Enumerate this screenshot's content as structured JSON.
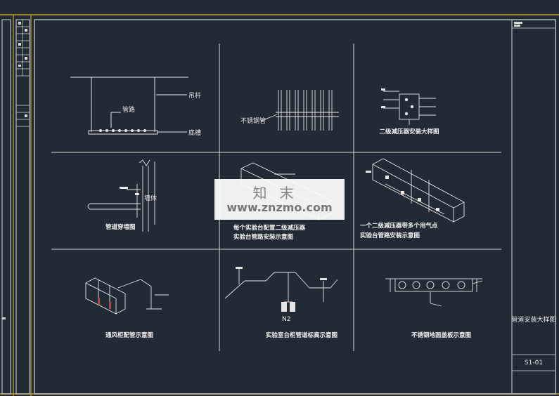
{
  "panels": {
    "p1": {
      "label_rod": "吊杆",
      "label_pipe": "管路",
      "label_tray": "底槽"
    },
    "p2": {
      "label_pipe": "不锈钢管"
    },
    "p3": {
      "caption": "二级减压器安装大样图"
    },
    "p4": {
      "label_wall": "墙体",
      "caption": "管道穿墙图"
    },
    "p5": {
      "caption_line1": "每个实验台配置二级减压器",
      "caption_line2": "实验台管路安装示意图"
    },
    "p6": {
      "caption_line1": "一个二级减压器带多个用气点",
      "caption_line2": "实验台管路安装示意图"
    },
    "p7": {
      "caption": "通风柜配管示意图"
    },
    "p8": {
      "label_gas": "N2",
      "caption": "实验室台柜管道标高示意图"
    },
    "p9": {
      "caption": "不锈钢地面盖板示意图"
    }
  },
  "title_block": {
    "drawing_title": "管道安装大样图",
    "drawing_no": "S1-01"
  },
  "watermark": {
    "cn": "知末",
    "url": "www.znzmo.com"
  },
  "colors": {
    "background": "#222a35",
    "frame": "#d8d8d8",
    "border_gold": "#c8a22a",
    "lines": "#e6e6e6"
  }
}
